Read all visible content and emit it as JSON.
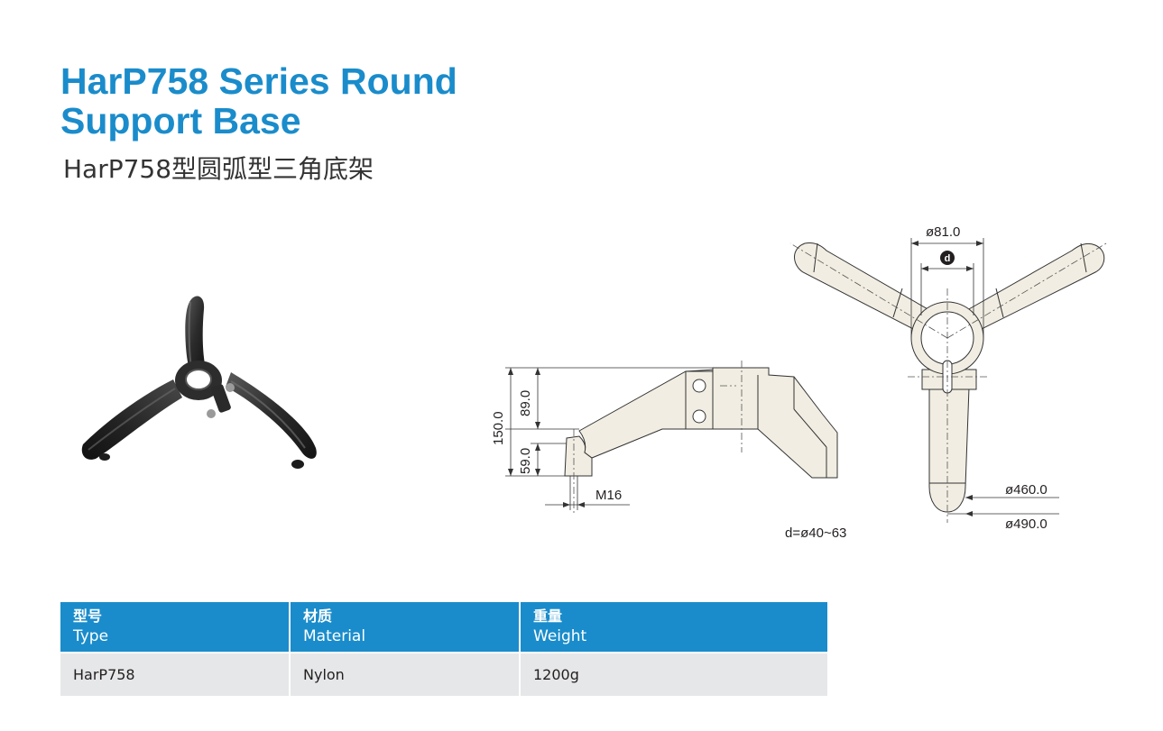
{
  "header": {
    "title_line1": "HarP758 Series Round",
    "title_line2": "Support Base",
    "subtitle": "HarP758型圆弧型三角底架"
  },
  "drawing": {
    "side_view": {
      "dim_total_height": "150.0",
      "dim_upper_height": "89.0",
      "dim_lower_height": "59.0",
      "thread": "M16"
    },
    "top_view": {
      "dim_hub_outer": "ø81.0",
      "dim_bore_symbol": "d",
      "dim_inner_span": "ø460.0",
      "dim_outer_span": "ø490.0"
    },
    "note": "d=ø40~63"
  },
  "spec_table": {
    "headers": [
      {
        "zh": "型号",
        "en": "Type"
      },
      {
        "zh": "材质",
        "en": "Material"
      },
      {
        "zh": "重量",
        "en": "Weight"
      }
    ],
    "rows": [
      [
        "HarP758",
        "Nylon",
        "1200g"
      ]
    ]
  },
  "colors": {
    "accent": "#1a8ccb",
    "row_background": "#e6e7e8",
    "drawing_fill": "#f1ede2"
  }
}
